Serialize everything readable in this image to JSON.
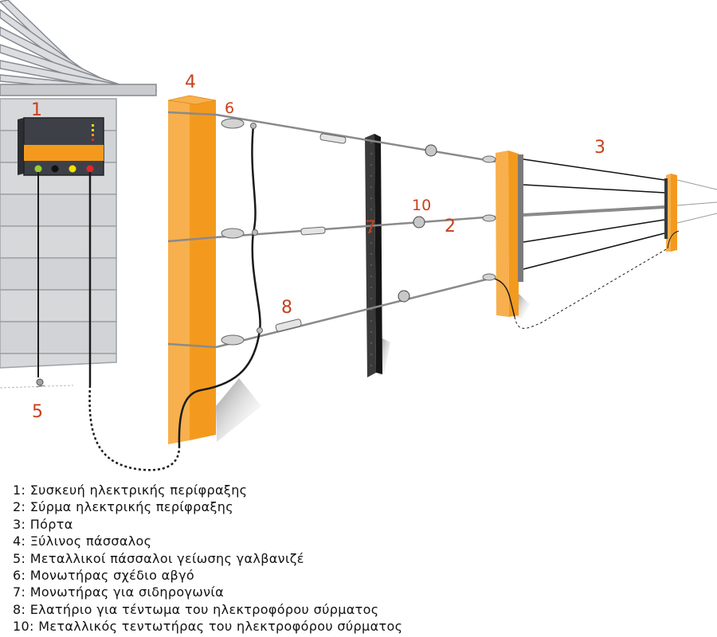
{
  "diagram": {
    "labels": {
      "n1": "1",
      "n2": "2",
      "n3": "3",
      "n4": "4",
      "n5": "5",
      "n6": "6",
      "n7": "7",
      "n8": "8",
      "n10": "10"
    },
    "colors": {
      "post": "#f39a1e",
      "post_light": "#f7b04d",
      "label": "#c8401e",
      "energizer_top": "#3d4147",
      "energizer_band": "#f39a1e",
      "terminal_green": "#9acd32",
      "terminal_black": "#111111",
      "terminal_yellow": "#f4e100",
      "terminal_red": "#e0282d",
      "wall": "#d7d8da",
      "wire": "#8a8a8a"
    }
  },
  "legend": {
    "items": [
      "1: Συσκευή ηλεκτρικής περίφραξης",
      "2: Σύρμα ηλεκτρικής περίφραξης",
      "3: Πόρτα",
      "4: Ξύλινος πάσσαλος",
      "5: Μεταλλικοί πάσσαλοι γείωσης γαλβανιζέ",
      "6: Μονωτήρας σχέδιο αβγό",
      "7: Μονωτήρας για σιδηρογωνία",
      "8: Ελατήριο για τέντωμα του ηλεκτροφόρου σύρματος",
      "10: Μεταλλικός τεντωτήρας του ηλεκτροφόρου σύρματος"
    ]
  }
}
